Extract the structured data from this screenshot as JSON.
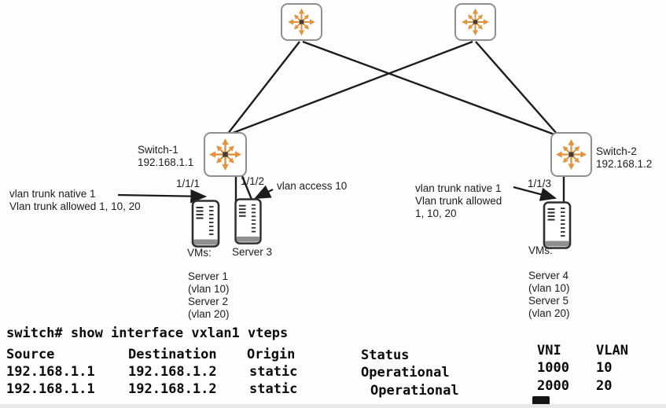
{
  "colors": {
    "icon_orange": "#E2943E",
    "icon_border_gray": "#8f8f8f",
    "link_line": "#1c1c1c",
    "diagram_text": "#1c1c1c",
    "cli_text": "#0a0a0a"
  },
  "diagram": {
    "switch1": {
      "name": "Switch-1",
      "ip": "192.168.1.1"
    },
    "switch2": {
      "name": "Switch-2",
      "ip": "192.168.1.2"
    },
    "port1": "1/1/1",
    "port2": "1/1/2",
    "port3": "1/1/3",
    "left_trunk": {
      "line1": "vlan trunk native 1",
      "line2": "Vlan trunk allowed 1, 10, 20"
    },
    "access_label": "vlan access 10",
    "right_trunk": {
      "line1": "vlan trunk native 1",
      "line2": "Vlan trunk allowed",
      "line3": "1, 10, 20"
    },
    "left_host": {
      "label": "VMs:",
      "vm_lines": [
        "Server 1",
        "(vlan 10)",
        "Server 2",
        "(vlan 20)"
      ]
    },
    "server3_label": "Server 3",
    "right_host": {
      "label": "VMs:",
      "vm_lines": [
        "Server 4",
        "(vlan 10)",
        "Server 5",
        "(vlan 20)"
      ]
    }
  },
  "cli": {
    "command": "switch# show interface vxlan1 vteps",
    "headers": {
      "source": "Source",
      "destination": "Destination",
      "origin": "Origin",
      "status": "Status",
      "vni": "VNI",
      "vlan": "VLAN"
    },
    "rows": [
      {
        "source": "192.168.1.1",
        "destination": "192.168.1.2",
        "origin": "static",
        "status": "Operational",
        "vni": "1000",
        "vlan": "10"
      },
      {
        "source": "192.168.1.1",
        "destination": "192.168.1.2",
        "origin": "static",
        "status": "Operational",
        "vni": "2000",
        "vlan": "20"
      }
    ]
  }
}
